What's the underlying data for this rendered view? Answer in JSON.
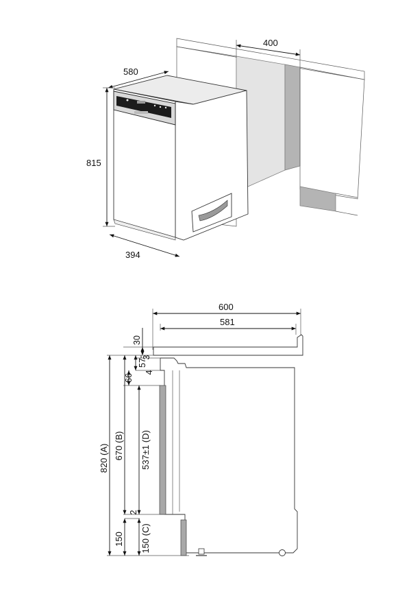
{
  "top_view": {
    "dimensions": {
      "depth": "580",
      "height": "815",
      "width": "394",
      "niche_width": "400"
    }
  },
  "side_view": {
    "dimensions": {
      "total_depth": "600",
      "depth_inner": "581",
      "worktop": "30",
      "gap_top": "3",
      "gap_panel": "4",
      "panel_top": "57",
      "panel_sub": "66",
      "a": "820 (A)",
      "b": "670 (B)",
      "d": "537±1 (D)",
      "gap_bottom": "2",
      "plinth": "150",
      "c": "150 (C)"
    }
  },
  "colors": {
    "line": "#222222",
    "panel_grey": "#a8a8a8",
    "niche_grey": "#e4e4e4",
    "wall_grey": "#b4b4b4"
  }
}
